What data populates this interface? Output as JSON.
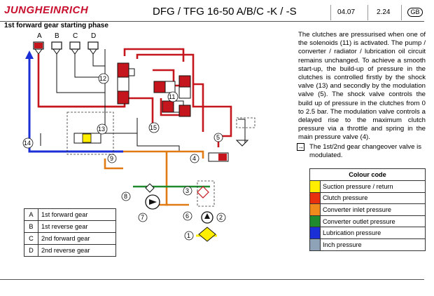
{
  "header": {
    "logo_text": "JUNGHEINRICH",
    "title": "DFG / TFG 16-50 A/B/C -K / -S",
    "date": "04.07",
    "page": "2.24",
    "language": "GB"
  },
  "phase_title": "1st forward gear starting phase",
  "description": "The clutches are pressurised when one of the solenoids (11) is activated. The pump / converter / radiator / lubrication oil circuit remains unchanged. To achieve a smooth start-up, the build-up of pressure in the clutches is controlled firstly by the shock valve (13) and secondly by the modulation valve (5). The shock valve controls the build up of pressure in the clutches from 0 to 2.5 bar. The modulation valve controls a delayed rise to the maximum clutch pressure via a throttle and spring in the main pressure valve (4).",
  "note": {
    "icon": "arrow-right-icon",
    "text": "The 1st/2nd gear changeover valve is modulated."
  },
  "color_code": {
    "title": "Colour code",
    "items": [
      {
        "label": "Suction pressure / return",
        "color": "#ffee00"
      },
      {
        "label": "Clutch pressure",
        "color": "#e8300e"
      },
      {
        "label": "Converter inlet pressure",
        "color": "#f08a1c"
      },
      {
        "label": "Converter outlet pressure",
        "color": "#1f8a2e"
      },
      {
        "label": "Lubrication pressure",
        "color": "#1b2fd6"
      },
      {
        "label": "Inch pressure",
        "color": "#8fa3b8"
      }
    ]
  },
  "gears": [
    {
      "key": "A",
      "label": "1st forward gear"
    },
    {
      "key": "B",
      "label": "1st reverse gear"
    },
    {
      "key": "C",
      "label": "2nd forward gear"
    },
    {
      "key": "D",
      "label": "2nd reverse gear"
    }
  ],
  "diagram": {
    "clutch_labels": [
      "A",
      "B",
      "C",
      "D"
    ],
    "component_numbers": [
      "1",
      "2",
      "3",
      "4",
      "5",
      "6",
      "7",
      "8",
      "9",
      "11",
      "12",
      "13",
      "14",
      "15"
    ],
    "line_colors": {
      "clutch": "#c4161c",
      "converter_inlet": "#e07b13",
      "converter_outlet": "#1f8a2e",
      "lubrication": "#1b2fd6",
      "inch": "#8fa3b8",
      "suction": "#ffee00",
      "plain": "#111111"
    }
  }
}
